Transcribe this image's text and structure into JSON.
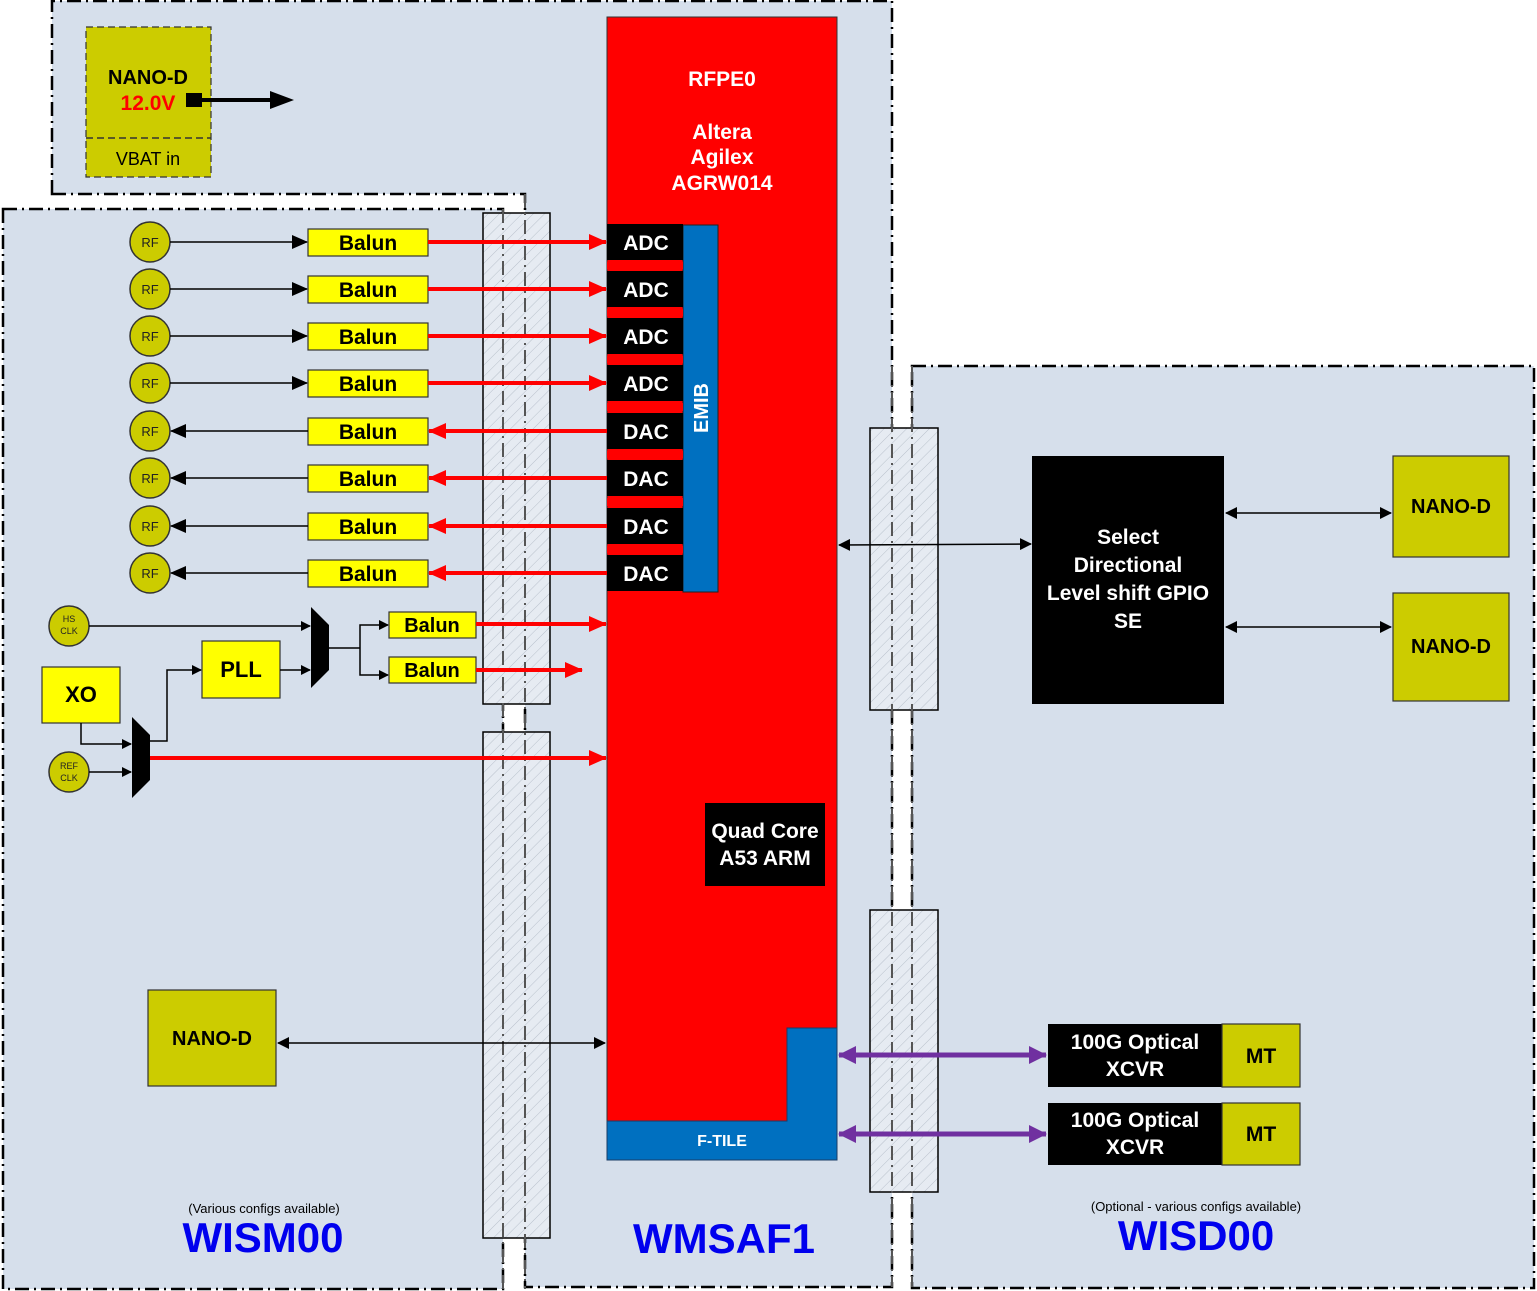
{
  "colors": {
    "panel_bg": "#d6dfeb",
    "fpga_red": "#ff0000",
    "emib_blue": "#0070c0",
    "balun_yellow": "#ffff00",
    "connector_olive": "#cccc00",
    "title_blue": "#0000ee",
    "optical_link_purple": "#7030a0",
    "voltage_red": "#ff0000"
  },
  "power": {
    "connector": "NANO-D",
    "voltage": "12.0V",
    "sub_label": "VBAT in"
  },
  "fpga": {
    "name": "RFPE0",
    "vendor": "Altera",
    "family": "Agilex",
    "part": "AGRW014",
    "emib_label": "EMIB",
    "ftile_label": "F-TILE",
    "converters": [
      "ADC",
      "ADC",
      "ADC",
      "ADC",
      "DAC",
      "DAC",
      "DAC",
      "DAC"
    ],
    "cpu": [
      "Quad Core",
      "A53 ARM"
    ]
  },
  "wism": {
    "rf_channels": [
      {
        "port": "RF",
        "balun": "Balun",
        "direction": "in"
      },
      {
        "port": "RF",
        "balun": "Balun",
        "direction": "in"
      },
      {
        "port": "RF",
        "balun": "Balun",
        "direction": "in"
      },
      {
        "port": "RF",
        "balun": "Balun",
        "direction": "in"
      },
      {
        "port": "RF",
        "balun": "Balun",
        "direction": "out"
      },
      {
        "port": "RF",
        "balun": "Balun",
        "direction": "out"
      },
      {
        "port": "RF",
        "balun": "Balun",
        "direction": "out"
      },
      {
        "port": "RF",
        "balun": "Balun",
        "direction": "out"
      }
    ],
    "clock": {
      "hs_clk": [
        "HS",
        "CLK"
      ],
      "ref_clk": [
        "REF",
        "CLK"
      ],
      "xo": "XO",
      "pll": "PLL",
      "clk_baluns": [
        "Balun",
        "Balun"
      ]
    },
    "nano_d": "NANO-D",
    "note": "(Various configs available)",
    "title": "WISM00"
  },
  "wmsaf": {
    "title": "WMSAF1"
  },
  "wisd": {
    "gpio_block": [
      "Select",
      "Directional",
      "Level shift GPIO",
      "SE"
    ],
    "nano_d": [
      "NANO-D",
      "NANO-D"
    ],
    "optical": [
      {
        "lines": [
          "100G Optical",
          "XCVR"
        ],
        "connector": "MT"
      },
      {
        "lines": [
          "100G Optical",
          "XCVR"
        ],
        "connector": "MT"
      }
    ],
    "note": "(Optional - various configs available)",
    "title": "WISD00"
  }
}
